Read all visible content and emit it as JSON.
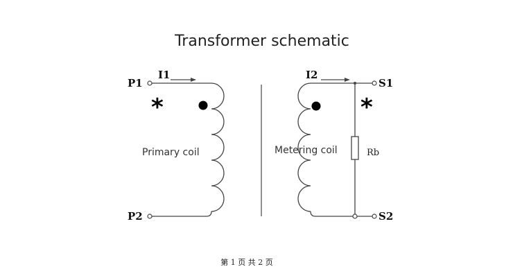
{
  "title": "Transformer schematic",
  "primary": {
    "terminal_top": "P1",
    "terminal_bottom": "P2",
    "current": "I1",
    "coil_label": "Primary coil",
    "polarity_mark": "*"
  },
  "secondary": {
    "terminal_top": "S1",
    "terminal_bottom": "S2",
    "current": "I2",
    "coil_label": "Metering coil",
    "polarity_mark": "*",
    "resistor_label": "Rb"
  },
  "footer": "第 1 页 共 2 页",
  "colors": {
    "line": "#444444",
    "text": "#222222",
    "background": "#ffffff"
  }
}
